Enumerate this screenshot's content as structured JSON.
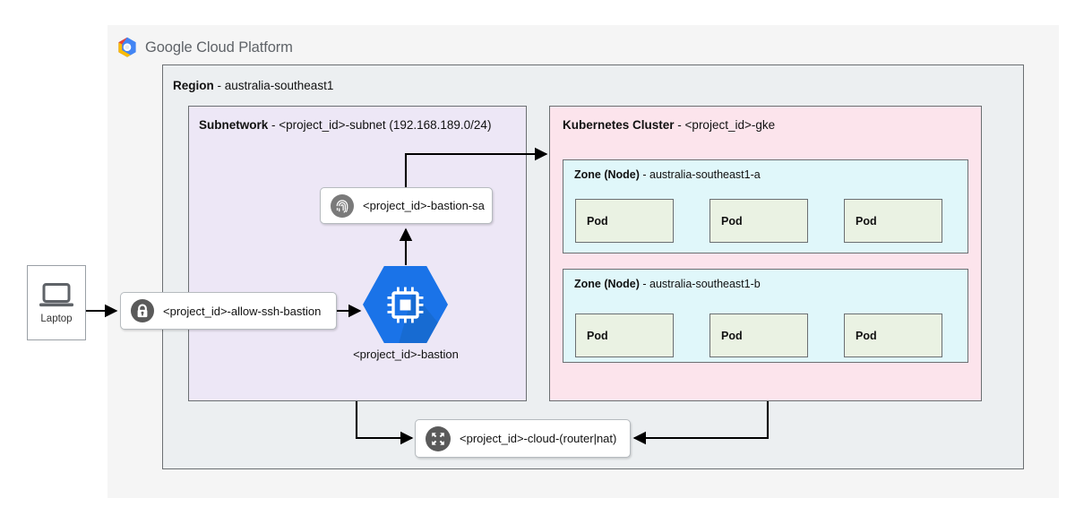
{
  "brand": {
    "logo_icon": "google-cloud-hexagon-icon",
    "name_bold": "Google",
    "name_rest": "Cloud Platform",
    "colors": {
      "logo_blue": "#4285F4",
      "logo_red": "#EA4335",
      "logo_yellow": "#FBBC05",
      "logo_green": "#34A853",
      "wordmark_gray": "#5f6368"
    }
  },
  "region": {
    "label": "Region",
    "separator": " - ",
    "value": "australia-southeast1",
    "background": "#eceff1"
  },
  "subnetwork": {
    "label": "Subnetwork",
    "separator": " - ",
    "value": "<project_id>-subnet (192.168.189.0/24)",
    "cidr": "192.168.189.0/24",
    "background": "#ede7f6"
  },
  "cluster": {
    "label": "Kubernetes Cluster",
    "separator": " - ",
    "value": "<project_id>-gke",
    "background": "#fce4ec",
    "zones": [
      {
        "label": "Zone (Node)",
        "separator": " - ",
        "value": "australia-southeast1-a",
        "background": "#e0f7fa",
        "pods": [
          "Pod",
          "Pod",
          "Pod"
        ]
      },
      {
        "label": "Zone (Node)",
        "separator": " - ",
        "value": "australia-southeast1-b",
        "background": "#e0f7fa",
        "pods": [
          "Pod",
          "Pod",
          "Pod"
        ]
      }
    ]
  },
  "laptop": {
    "icon": "laptop-icon",
    "label": "Laptop"
  },
  "firewall_rule": {
    "icon": "padlock-icon",
    "label": "<project_id>-allow-ssh-bastion"
  },
  "service_account": {
    "icon": "fingerprint-icon",
    "label": "<project_id>-bastion-sa"
  },
  "bastion_vm": {
    "icon": "compute-engine-cpu-icon",
    "label": "<project_id>-bastion",
    "hex_color": "#1a73e8",
    "hex_shadow": "#1557b0"
  },
  "cloud_router_nat": {
    "icon": "nat-expand-arrows-icon",
    "label": "<project_id>-cloud-(router|nat)"
  },
  "pod_style": {
    "background": "#eaf2e3"
  }
}
